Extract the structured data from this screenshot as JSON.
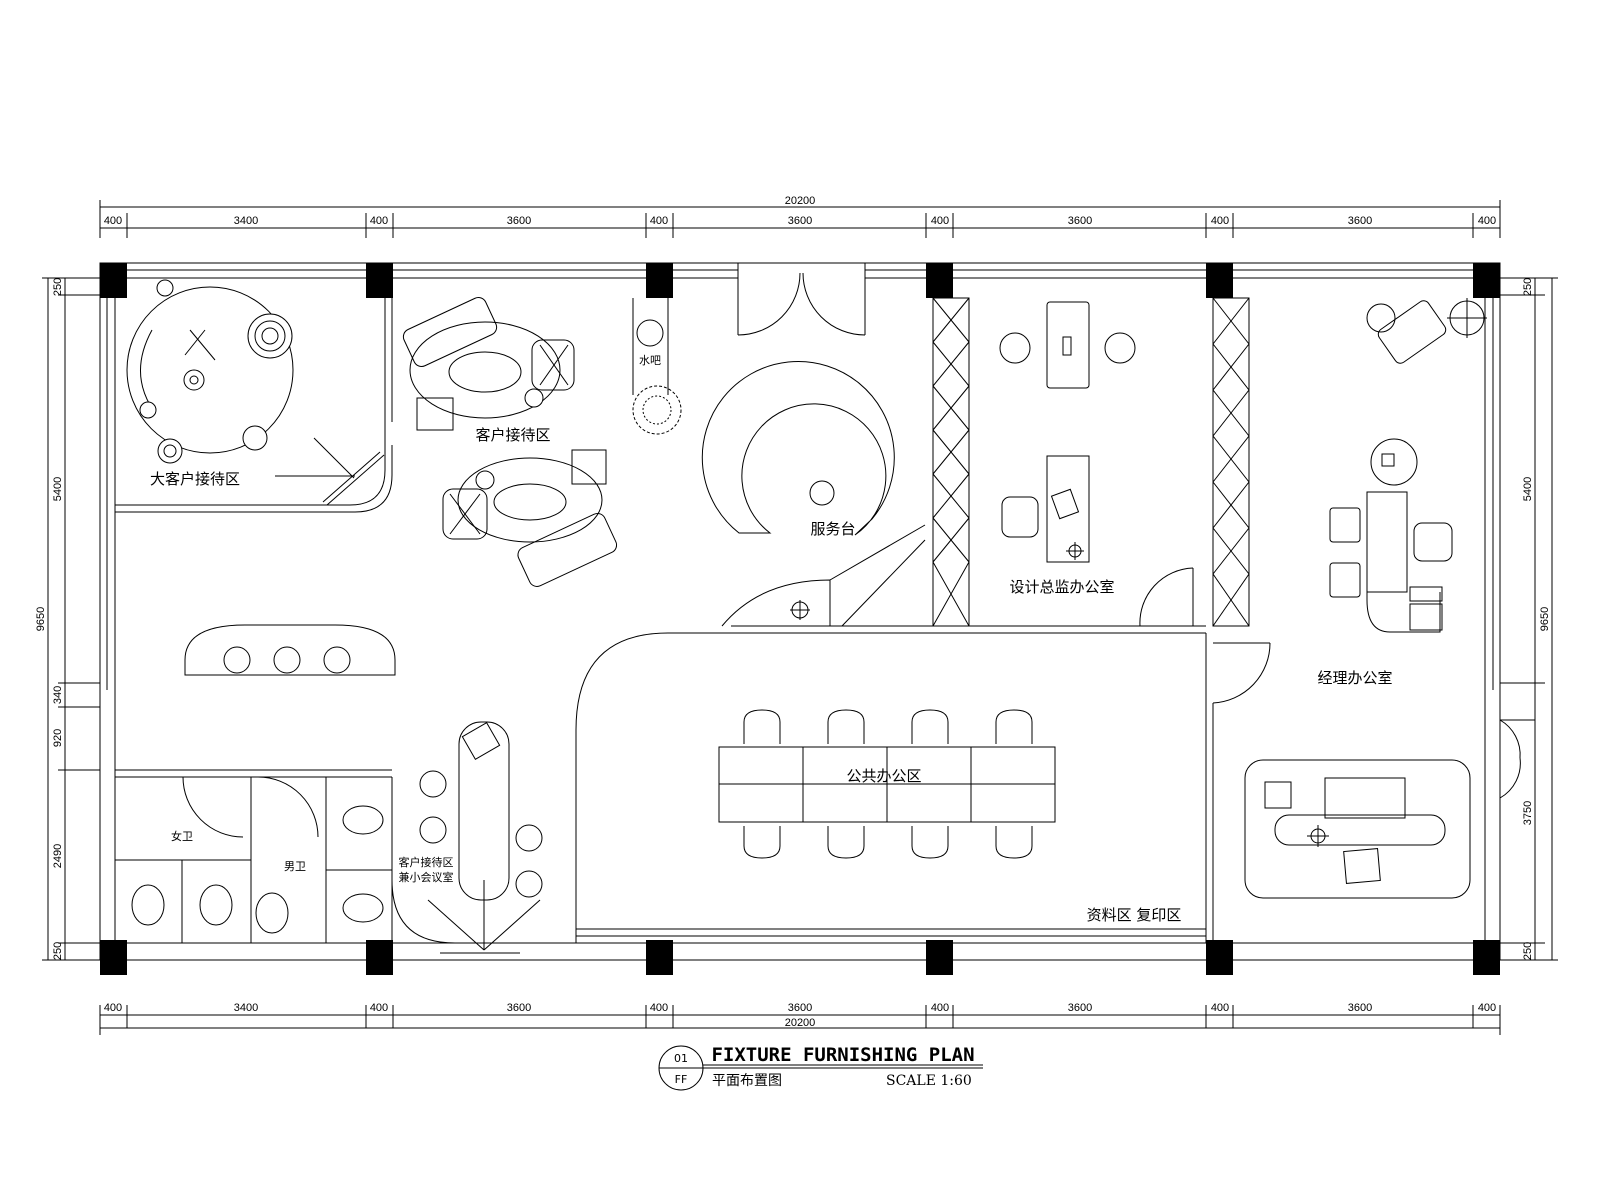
{
  "title": {
    "number": "01",
    "code": "FF",
    "main": "FIXTURE FURNISHING PLAN",
    "sub": "平面布置图",
    "scale": "SCALE 1:60"
  },
  "dimensions": {
    "total_width": "20200",
    "top_segments": [
      "400",
      "3400",
      "400",
      "3600",
      "400",
      "3600",
      "400",
      "3600",
      "400",
      "3600",
      "400"
    ],
    "bottom_segments": [
      "400",
      "3400",
      "400",
      "3600",
      "400",
      "3600",
      "400",
      "3600",
      "400",
      "3600",
      "400"
    ],
    "left_total": "9650",
    "left_segments": [
      "250",
      "5400",
      "340",
      "920",
      "2490",
      "250"
    ],
    "right_total": "9650",
    "right_segments": [
      "250",
      "5400",
      "3750",
      "250"
    ]
  },
  "rooms": {
    "vip_reception": "大客户接待区",
    "reception": "客户接待区",
    "water_bar": "水吧",
    "service_desk": "服务台",
    "director_office": "设计总监办公室",
    "manager_office": "经理办公室",
    "public_office": "公共办公区",
    "women_wc": "女卫",
    "men_wc": "男卫",
    "meeting_line1": "客户接待区",
    "meeting_line2": "兼小会议室",
    "archive": "资料区 复印区"
  }
}
